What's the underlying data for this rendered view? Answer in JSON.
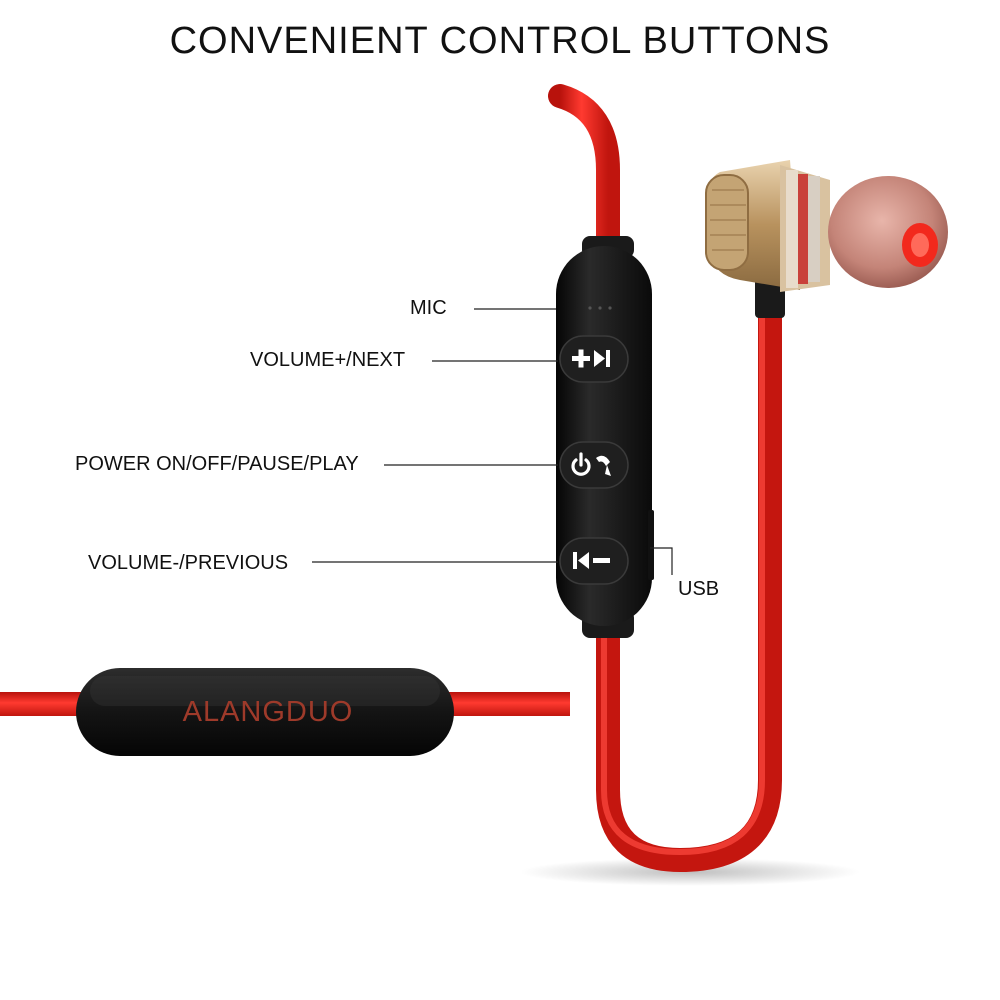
{
  "title": "CONVENIENT CONTROL BUTTONS",
  "labels": {
    "mic": "MIC",
    "volume_up": "VOLUME+/NEXT",
    "power": "POWER ON/OFF/PAUSE/PLAY",
    "volume_down": "VOLUME-/PREVIOUS",
    "usb": "USB"
  },
  "brand": "ALANGDUO",
  "colors": {
    "cable": "#e8231b",
    "housing": "#141414",
    "brand_text": "#9e3a2a",
    "earbud_metal": "#c9a777",
    "ear_tip": "#c88a7e"
  },
  "icons": {
    "button_top": "plus-next-icon",
    "button_middle": "power-call-icon",
    "button_bottom": "previous-minus-icon"
  }
}
